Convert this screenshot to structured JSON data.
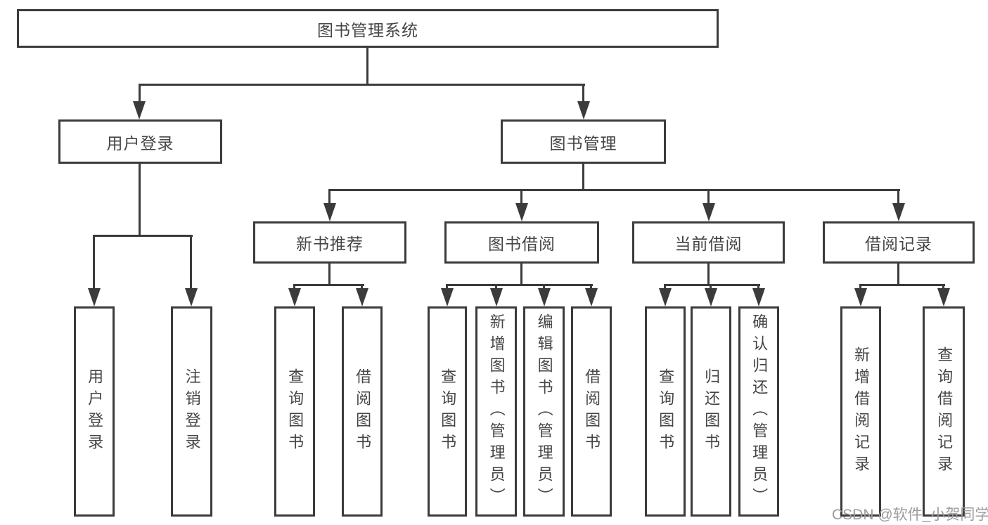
{
  "diagram": {
    "root": {
      "label": "图书管理系统",
      "children": [
        {
          "label": "用户登录",
          "children": [
            {
              "label": "用户登录"
            },
            {
              "label": "注销登录"
            }
          ]
        },
        {
          "label": "图书管理",
          "children": [
            {
              "label": "新书推荐",
              "children": [
                {
                  "label": "查询图书"
                },
                {
                  "label": "借阅图书"
                }
              ]
            },
            {
              "label": "图书借阅",
              "children": [
                {
                  "label": "查询图书"
                },
                {
                  "label": "新增图书（管理员）"
                },
                {
                  "label": "编辑图书（管理员）"
                },
                {
                  "label": "借阅图书"
                }
              ]
            },
            {
              "label": "当前借阅",
              "children": [
                {
                  "label": "查询图书"
                },
                {
                  "label": "归还图书"
                },
                {
                  "label": "确认归还（管理员）"
                }
              ]
            },
            {
              "label": "借阅记录",
              "children": [
                {
                  "label": "新增借阅记录"
                },
                {
                  "label": "查询借阅记录"
                }
              ]
            }
          ]
        }
      ]
    },
    "watermark": "CSDN @软件_小贺同学",
    "colors": {
      "line": "#3b3b3b",
      "text": "#454545",
      "watermark": "#9c9c9c",
      "background": "#ffffff"
    }
  }
}
